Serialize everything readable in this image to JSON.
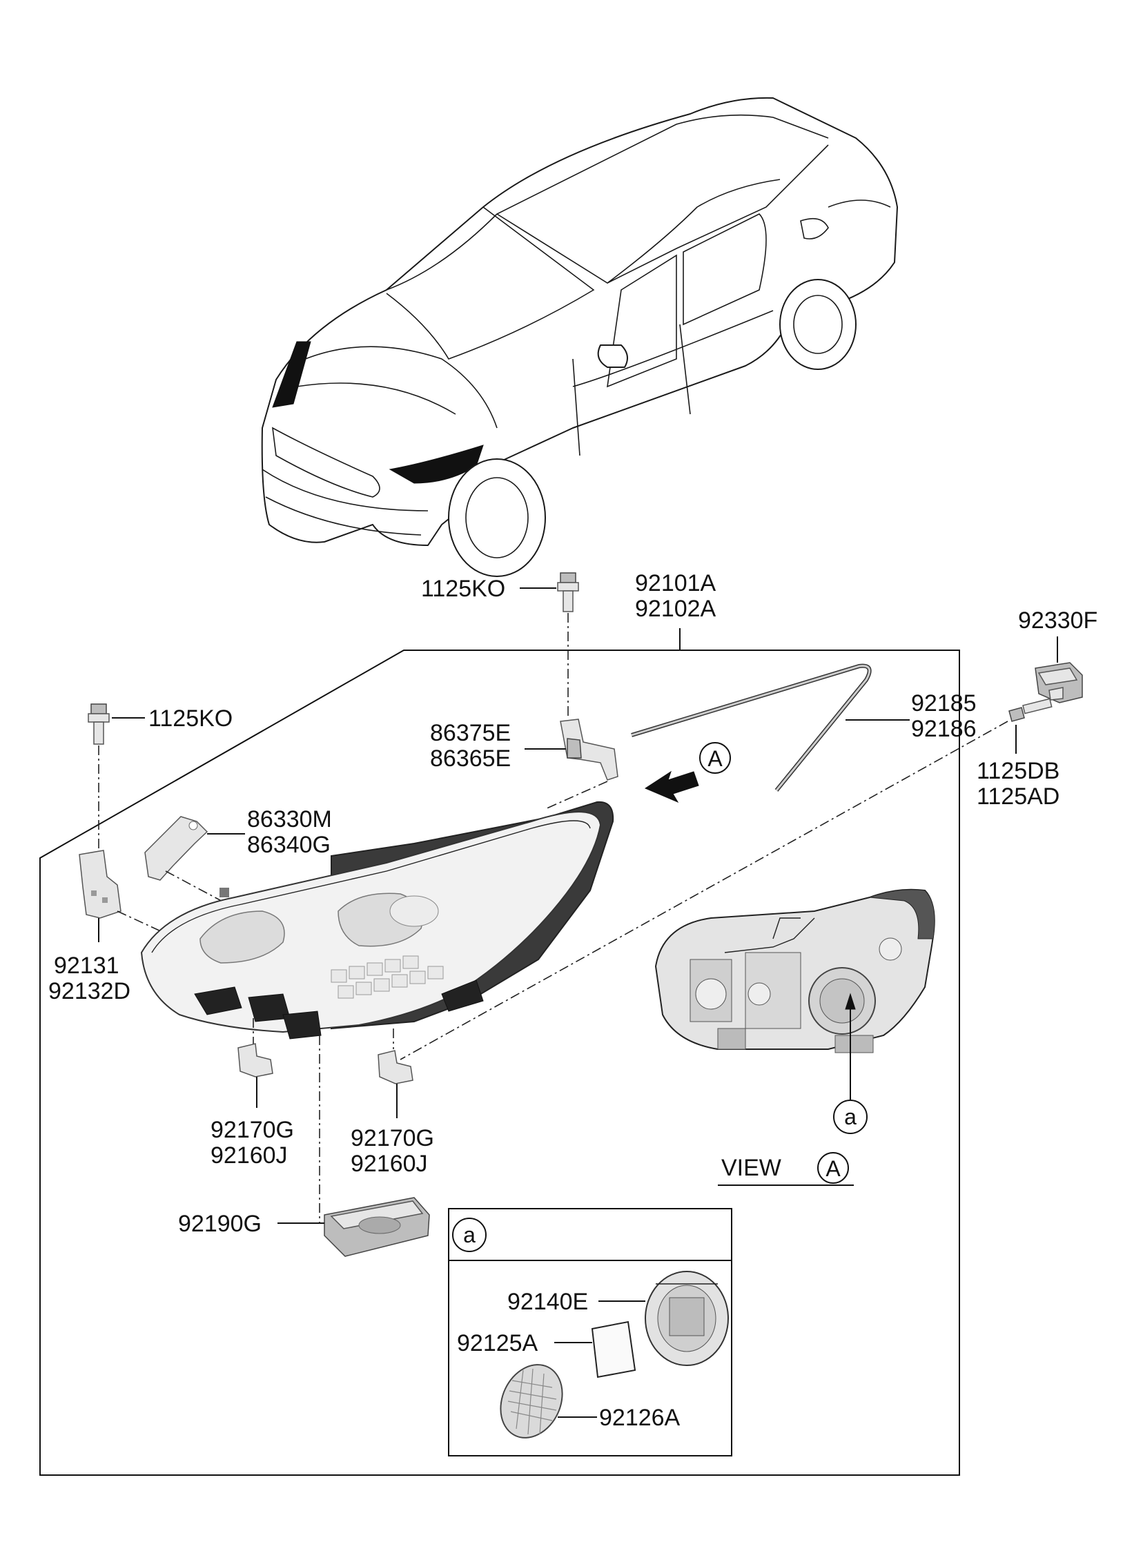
{
  "callouts": {
    "bolt_top": "1125KO",
    "assembly_a": "92101A",
    "assembly_b": "92102A",
    "socket_a": "92330F",
    "bolt_left": "1125KO",
    "seal_a": "92185",
    "seal_b": "92186",
    "bracket_a": "86375E",
    "bracket_b": "86365E",
    "screw_a": "1125DB",
    "screw_b": "1125AD",
    "bracket2_a": "86330M",
    "bracket2_b": "86340G",
    "mount_a": "92131",
    "mount_b": "92132D",
    "clip1_a": "92170G",
    "clip1_b": "92160J",
    "clip2_a": "92170G",
    "clip2_b": "92160J",
    "module": "92190G",
    "cap": "92140E",
    "pad": "92125A",
    "filter": "92126A"
  },
  "view": {
    "label": "VIEW",
    "ref": "A",
    "arrow_ref": "A",
    "detail_ref": "a",
    "detail_box_ref": "a"
  },
  "icons": {
    "vehicle": "sedan-outline-icon",
    "headlamp": "headlamp-assembly-icon",
    "bolt": "bolt-icon",
    "arrow": "view-direction-arrow-icon"
  },
  "colors": {
    "line": "#111111",
    "part_fill": "#e6e6e6",
    "highlight": "#111111"
  }
}
